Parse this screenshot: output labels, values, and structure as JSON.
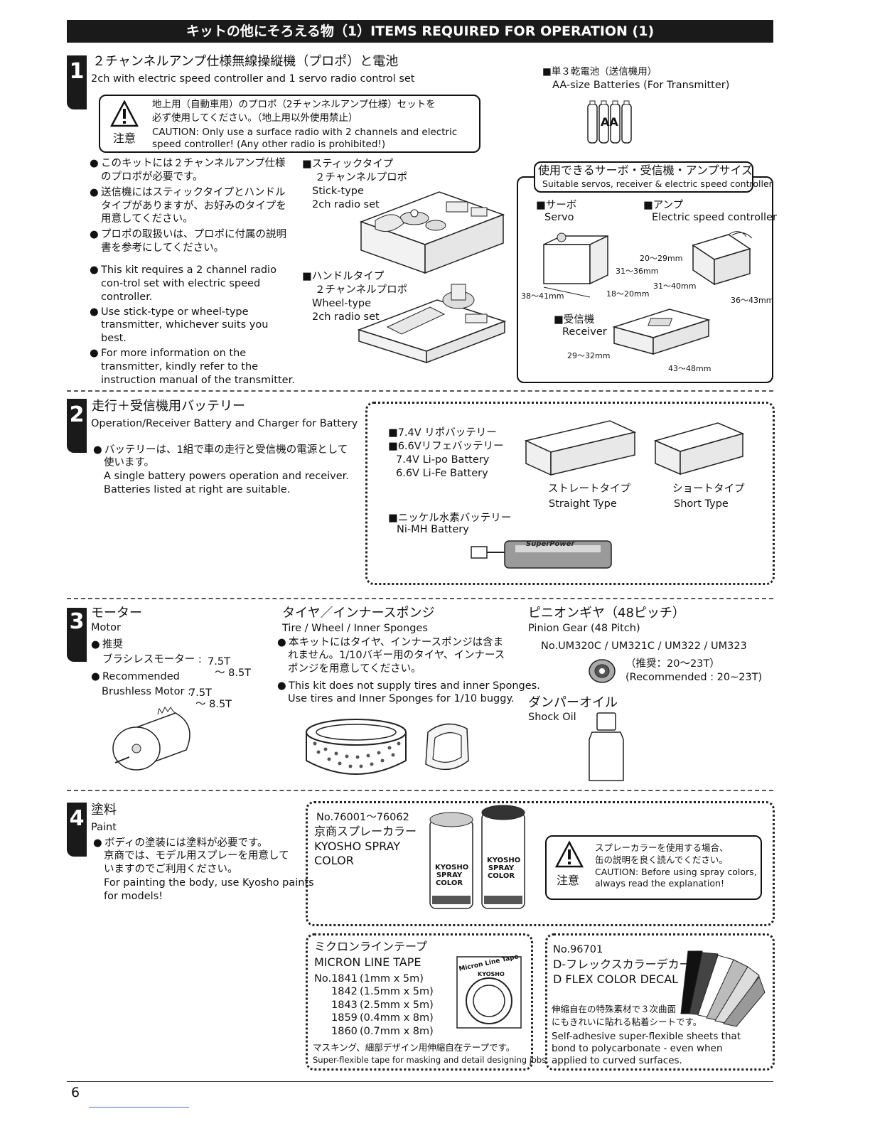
{
  "header": {
    "title": "キットの他にそろえる物（1）ITEMS REQUIRED FOR OPERATION (1)"
  },
  "s1": {
    "num": "1",
    "title_jp": "２チャンネルアンプ仕様無線操縦機（プロポ）と電池",
    "title_en": "2ch with electric speed controller and 1 servo radio control set",
    "caution": {
      "label": "注意",
      "jp1": "地上用（自動車用）のプロポ（2チャンネルアンプ仕様）セットを",
      "jp2": "必ず使用してください。（地上用以外使用禁止）",
      "en1": "CAUTION: Only use a surface radio with 2 channels and electric",
      "en2": "speed controller! (Any other radio is prohibited!)"
    },
    "jp_notes": [
      "このキットには２チャンネルアンプ仕様のプロポが必要です。",
      "送信機にはスティックタイプとハンドルタイプがありますが、お好みのタイプを用意してください。",
      "プロポの取扱いは、プロポに付属の説明書を参考にしてください。"
    ],
    "en_notes": [
      "This kit requires a 2 channel radio con-trol set with electric speed controller.",
      "Use stick-type or wheel-type transmitter, whichever suits you best.",
      "For more information on the transmitter, kindly refer to the instruction manual of the transmitter."
    ],
    "stick": {
      "jp1": "■スティックタイプ",
      "jp2": "２チャンネルプロポ",
      "en1": "Stick-type",
      "en2": "2ch radio set"
    },
    "wheel": {
      "jp1": "■ハンドルタイプ",
      "jp2": "２チャンネルプロポ",
      "en1": "Wheel-type",
      "en2": "2ch radio set"
    },
    "battery": {
      "jp": "■単３乾電池（送信機用）",
      "en": "AA-size Batteries (For Transmitter)",
      "label": "AA"
    },
    "sizes": {
      "title_jp": "使用できるサーボ・受信機・アンプサイズ",
      "title_en": "Suitable servos, receiver & electric speed controller",
      "servo_jp": "■サーボ",
      "servo_en": "Servo",
      "amp_jp": "■アンプ",
      "amp_en": "Electric speed controller",
      "rx_jp": "■受信機",
      "rx_en": "Receiver",
      "d_servo_w": "38〜41mm",
      "d_servo_h": "31〜36mm",
      "d_servo_d": "18〜20mm",
      "d_amp_h": "20〜29mm",
      "d_amp_w": "31〜40mm",
      "d_amp_l": "36〜43mm",
      "d_rx_w": "29〜32mm",
      "d_rx_l": "43〜48mm"
    }
  },
  "s2": {
    "num": "2",
    "title_jp": "走行＋受信機用バッテリー",
    "title_en": "Operation/Receiver Battery and Charger for Battery",
    "note_jp1": "バッテリーは、1組で車の走行と受信機の電源として",
    "note_jp2": "使います。",
    "note_en1": "A single battery powers operation and receiver.",
    "note_en2": "Batteries listed at right are suitable.",
    "lipo_jp": "■7.4V リポバッテリー",
    "life_jp": "■6.6Vリフェバッテリー",
    "lipo_en": "7.4V Li-po Battery",
    "life_en": "6.6V Li-Fe Battery",
    "straight_jp": "ストレートタイプ",
    "straight_en": "Straight Type",
    "short_jp": "ショートタイプ",
    "short_en": "Short Type",
    "nimh_jp": "■ニッケル水素バッテリー",
    "nimh_en": "Ni-MH Battery",
    "pack_label": "SuperPower"
  },
  "s3": {
    "num": "3",
    "motor_jp": "モーター",
    "motor_en": "Motor",
    "rec_jp": "推奨",
    "brushless_jp": "ブラシレスモーター :",
    "t1_jp": "7.5T",
    "t2_jp": "〜 8.5T",
    "rec_en": "Recommended",
    "brushless_en": "Brushless Motor :",
    "t1_en": "7.5T",
    "t2_en": "〜 8.5T",
    "tire_jp": "タイヤ／インナースポンジ",
    "tire_en": "Tire / Wheel / Inner Sponges",
    "tire_note_jp1": "本キットにはタイヤ、インナースポンジは含ま",
    "tire_note_jp2": "れません。1/10バギー用のタイヤ、インナース",
    "tire_note_jp3": "ポンジを用意してください。",
    "tire_note_en1": "This kit does not supply tires and inner Sponges.",
    "tire_note_en2": "Use tires and Inner Sponges for 1/10 buggy.",
    "pinion_jp": "ピニオンギヤ（48ピッチ）",
    "pinion_en": "Pinion Gear (48 Pitch)",
    "pinion_no": "No.UM320C / UM321C / UM322 / UM323",
    "pinion_rec_jp": "（推奨：20〜23T）",
    "pinion_rec_en": "(Recommended : 20~23T)",
    "oil_jp": "ダンパーオイル",
    "oil_en": "Shock Oil"
  },
  "s4": {
    "num": "4",
    "paint_jp": "塗料",
    "paint_en": "Paint",
    "note_jp1": "ボディの塗装には塗料が必要です。",
    "note_jp2": "京商では、モデル用スプレーを用意して",
    "note_jp3": "いますのでご利用ください。",
    "note_en1": "For painting the body, use Kyosho paints",
    "note_en2": "for models!",
    "spray_no": "No.76001〜76062",
    "spray_jp": "京商スプレーカラー",
    "spray_en1": "KYOSHO SPRAY",
    "spray_en2": "COLOR",
    "can_label": "KYOSHO SPRAY COLOR",
    "caution_label": "注意",
    "caution_jp1": "スプレーカラーを使用する場合、",
    "caution_jp2": "缶の説明を良く読んでください。",
    "caution_en1": "CAUTION: Before using spray colors,",
    "caution_en2": "always read the explanation!",
    "tape_jp": "ミクロンラインテープ",
    "tape_en": "MICRON LINE TAPE",
    "tape_rows": [
      {
        "no": "No.1841",
        "spec": "(1mm x 5m)"
      },
      {
        "no": "1842",
        "spec": "(1.5mm x 5m)"
      },
      {
        "no": "1843",
        "spec": "(2.5mm x 5m)"
      },
      {
        "no": "1859",
        "spec": "(0.4mm x 8m)"
      },
      {
        "no": "1860",
        "spec": "(0.7mm x 8m)"
      }
    ],
    "tape_note_jp": "マスキング、細部デザイン用伸縮自在テープです。",
    "tape_note_en": "Super-flexible tape for masking and detail designing jobs.",
    "tape_pkg": "Micron Line Tape",
    "tape_pkg_brand": "KYOSHO",
    "decal_no": "No.96701",
    "decal_jp": "D-フレックスカラーデカール",
    "decal_en": "D FLEX COLOR DECAL",
    "decal_note_jp1": "伸縮自在の特殊素材で３次曲面",
    "decal_note_jp2": "にもきれいに貼れる粘着シートです。",
    "decal_note_en1": "Self-adhesive super-flexible sheets that",
    "decal_note_en2": "bond to polycarbonate - even when",
    "decal_note_en3": "applied to curved surfaces."
  },
  "footer": {
    "page": "6"
  }
}
